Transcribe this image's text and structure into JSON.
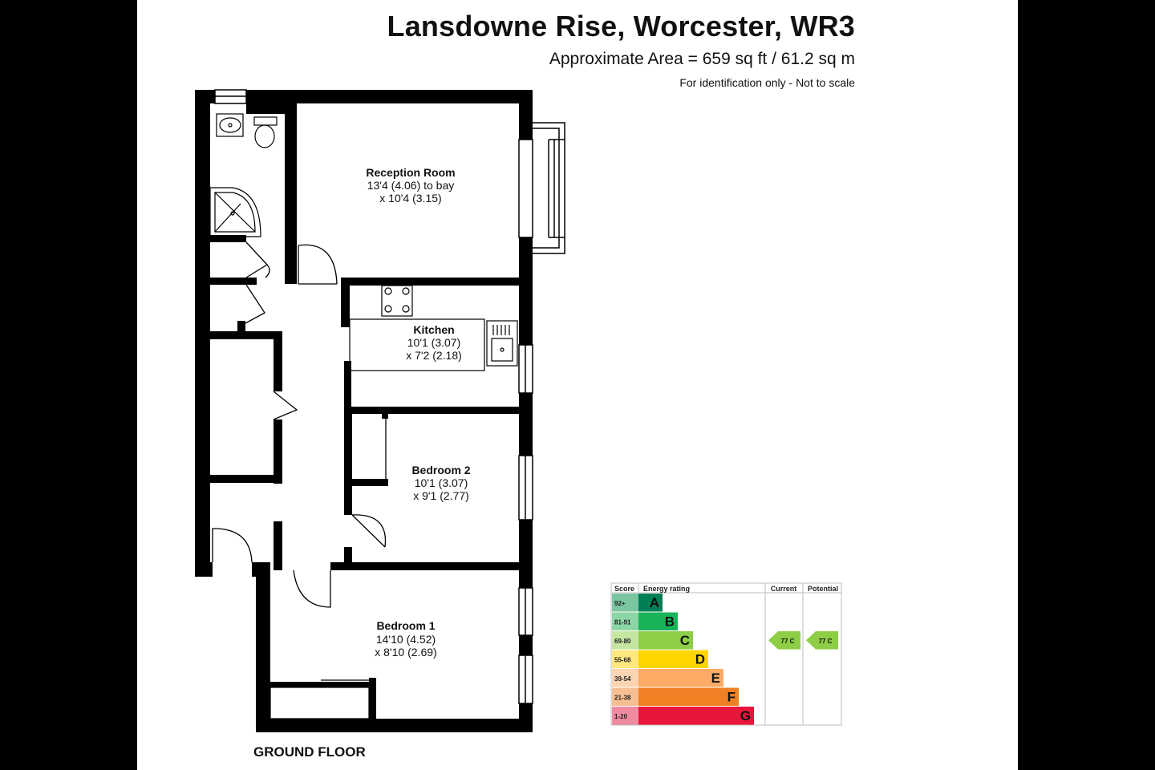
{
  "header": {
    "title": "Lansdowne Rise, Worcester, WR3",
    "area": "Approximate Area = 659 sq ft / 61.2 sq m",
    "note": "For identification only - Not to scale"
  },
  "rooms": {
    "reception": {
      "name": "Reception Room",
      "dim1": "13'4 (4.06) to bay",
      "dim2": "x 10'4 (3.15)"
    },
    "kitchen": {
      "name": "Kitchen",
      "dim1": "10'1 (3.07)",
      "dim2": "x 7'2 (2.18)"
    },
    "bedroom2": {
      "name": "Bedroom 2",
      "dim1": "10'1 (3.07)",
      "dim2": "x 9'1 (2.77)"
    },
    "bedroom1": {
      "name": "Bedroom 1",
      "dim1": "14'10 (4.52)",
      "dim2": "x 8'10 (2.69)"
    }
  },
  "floor_label": "GROUND FLOOR",
  "epc": {
    "headers": {
      "score": "Score",
      "rating": "Energy rating",
      "current": "Current",
      "potential": "Potential"
    },
    "bands": [
      {
        "range": "92+",
        "letter": "A",
        "color": "#008054",
        "light": "#7ac6a1",
        "length": 1
      },
      {
        "range": "81-91",
        "letter": "B",
        "color": "#19b459",
        "light": "#8cd6a6",
        "length": 2
      },
      {
        "range": "69-80",
        "letter": "C",
        "color": "#8dce46",
        "light": "#c5e6a1",
        "length": 3
      },
      {
        "range": "55-68",
        "letter": "D",
        "color": "#ffd500",
        "light": "#ffe97f",
        "length": 4
      },
      {
        "range": "39-54",
        "letter": "E",
        "color": "#fcaa65",
        "light": "#fdd4b1",
        "length": 5
      },
      {
        "range": "21-38",
        "letter": "F",
        "color": "#ef8023",
        "light": "#f7bf91",
        "length": 6
      },
      {
        "range": "1-20",
        "letter": "G",
        "color": "#e9153b",
        "light": "#f08aa0",
        "length": 7
      }
    ],
    "current": {
      "label": "77 C",
      "band": "C",
      "color": "#8dce46"
    },
    "potential": {
      "label": "77 C",
      "band": "C",
      "color": "#8dce46"
    }
  }
}
